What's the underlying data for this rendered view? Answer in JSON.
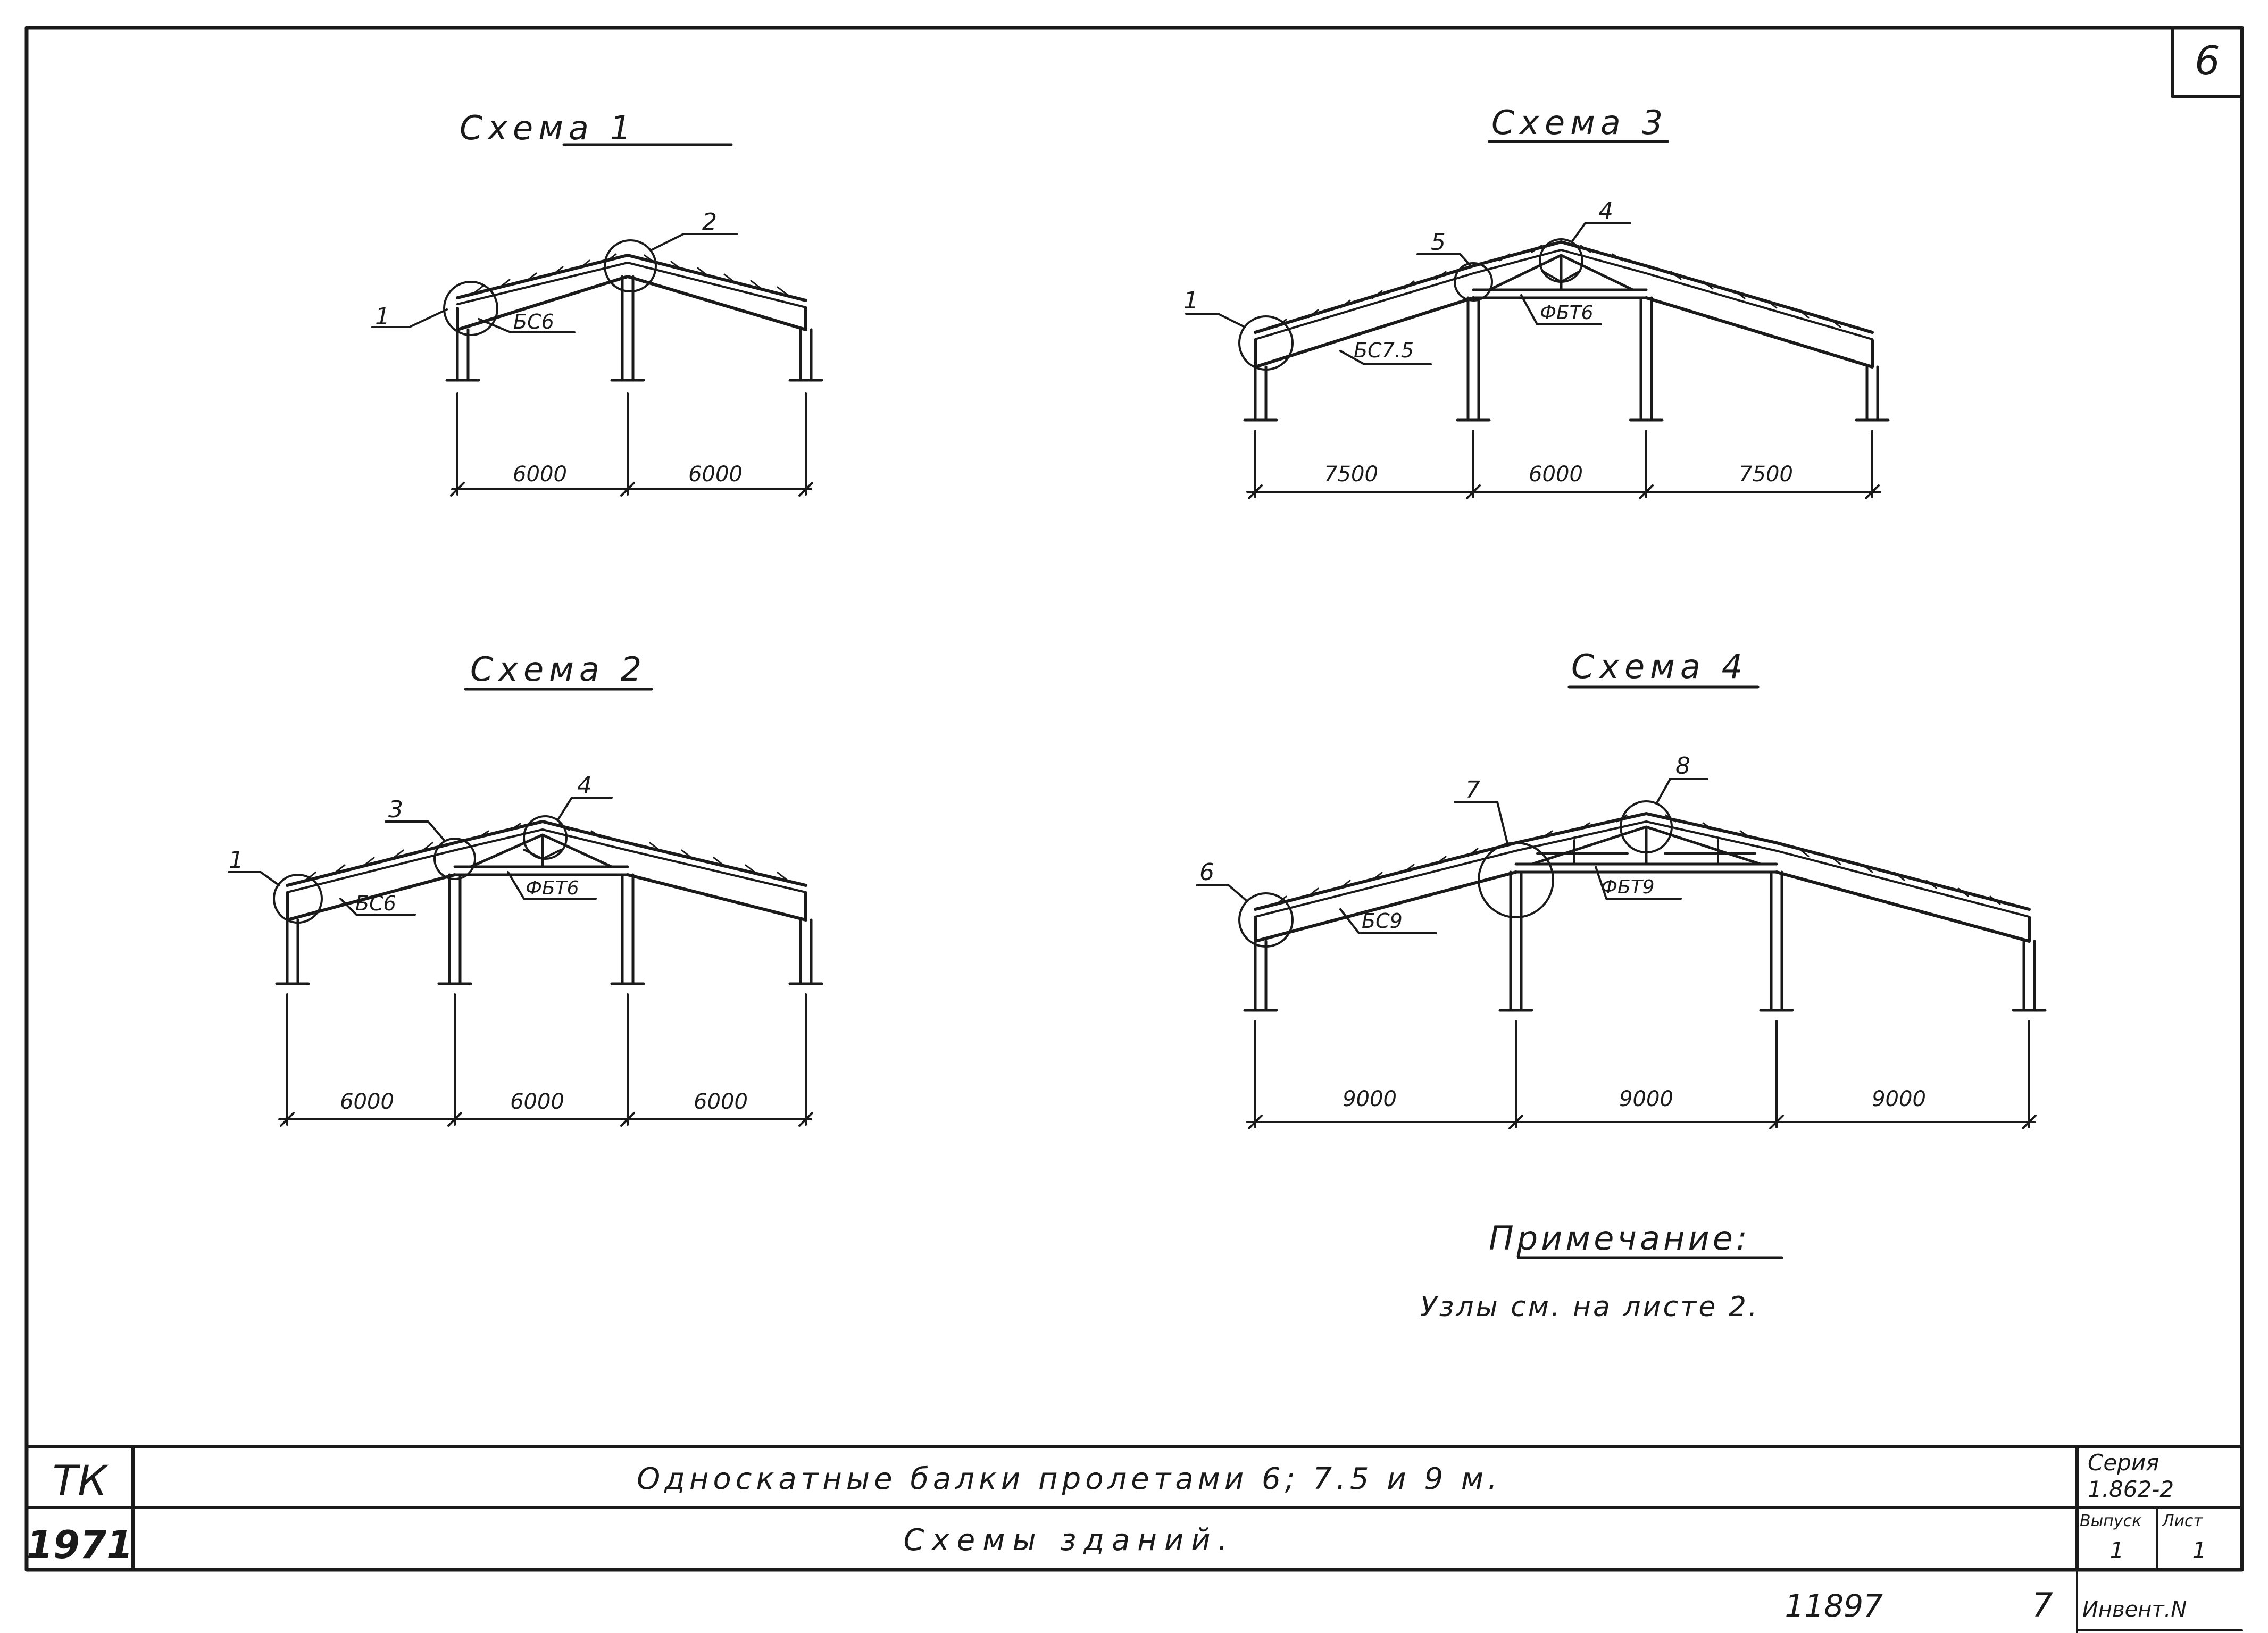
{
  "sheet": {
    "number": "6"
  },
  "schemes": [
    {
      "title": "Схема 1",
      "spans": [
        "6000",
        "6000"
      ],
      "beams": [
        {
          "label": "БС6"
        }
      ],
      "trusses": [],
      "nodes": [
        "1",
        "2"
      ]
    },
    {
      "title": "Схема 2",
      "spans": [
        "6000",
        "6000",
        "6000"
      ],
      "beams": [
        {
          "label": "БС6"
        }
      ],
      "trusses": [
        {
          "label": "ФБТ6"
        }
      ],
      "nodes": [
        "1",
        "3",
        "4"
      ]
    },
    {
      "title": "Схема 3",
      "spans": [
        "7500",
        "6000",
        "7500"
      ],
      "beams": [
        {
          "label": "БС7.5"
        }
      ],
      "trusses": [
        {
          "label": "ФБТ6"
        }
      ],
      "nodes": [
        "1",
        "5",
        "4"
      ]
    },
    {
      "title": "Схема 4",
      "spans": [
        "9000",
        "9000",
        "9000"
      ],
      "beams": [
        {
          "label": "БС9"
        }
      ],
      "trusses": [
        {
          "label": "ФБТ9"
        }
      ],
      "nodes": [
        "6",
        "7",
        "8"
      ]
    }
  ],
  "note": {
    "heading": "Примечание:",
    "text": "Узлы см. на листе 2."
  },
  "title_block": {
    "org": "ТК",
    "year": "1971",
    "title_main": "Односкатные балки пролетами 6; 7.5 и 9 м.",
    "title_sub": "Схемы зданий.",
    "series_label": "Серия",
    "series_value": "1.862-2",
    "issue_label": "Выпуск",
    "issue_value": "1",
    "sheet_label": "Лист",
    "sheet_value": "1",
    "inventory_label": "Инвент.N",
    "footer_number": "11897",
    "footer_digit": "7"
  }
}
